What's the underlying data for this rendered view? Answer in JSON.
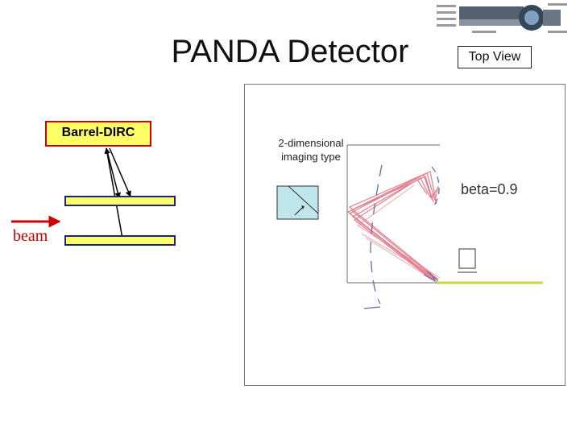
{
  "title": "PANDA Detector",
  "top_view_label": "Top View",
  "barrel_dirc_label": "Barrel-DIRC",
  "beam_label": "beam",
  "panel": {
    "imaging_line1": "2-dimensional",
    "imaging_line2": "imaging type",
    "beta_label": "beta=0.9"
  },
  "colors": {
    "bar_fill": "#ffff66",
    "bar_border": "#1a237e",
    "beam_arrow": "#cc0000",
    "label_border": "#cc0000",
    "prism_fill": "#bfe6ea",
    "photon_paths": "#d9536b"
  }
}
